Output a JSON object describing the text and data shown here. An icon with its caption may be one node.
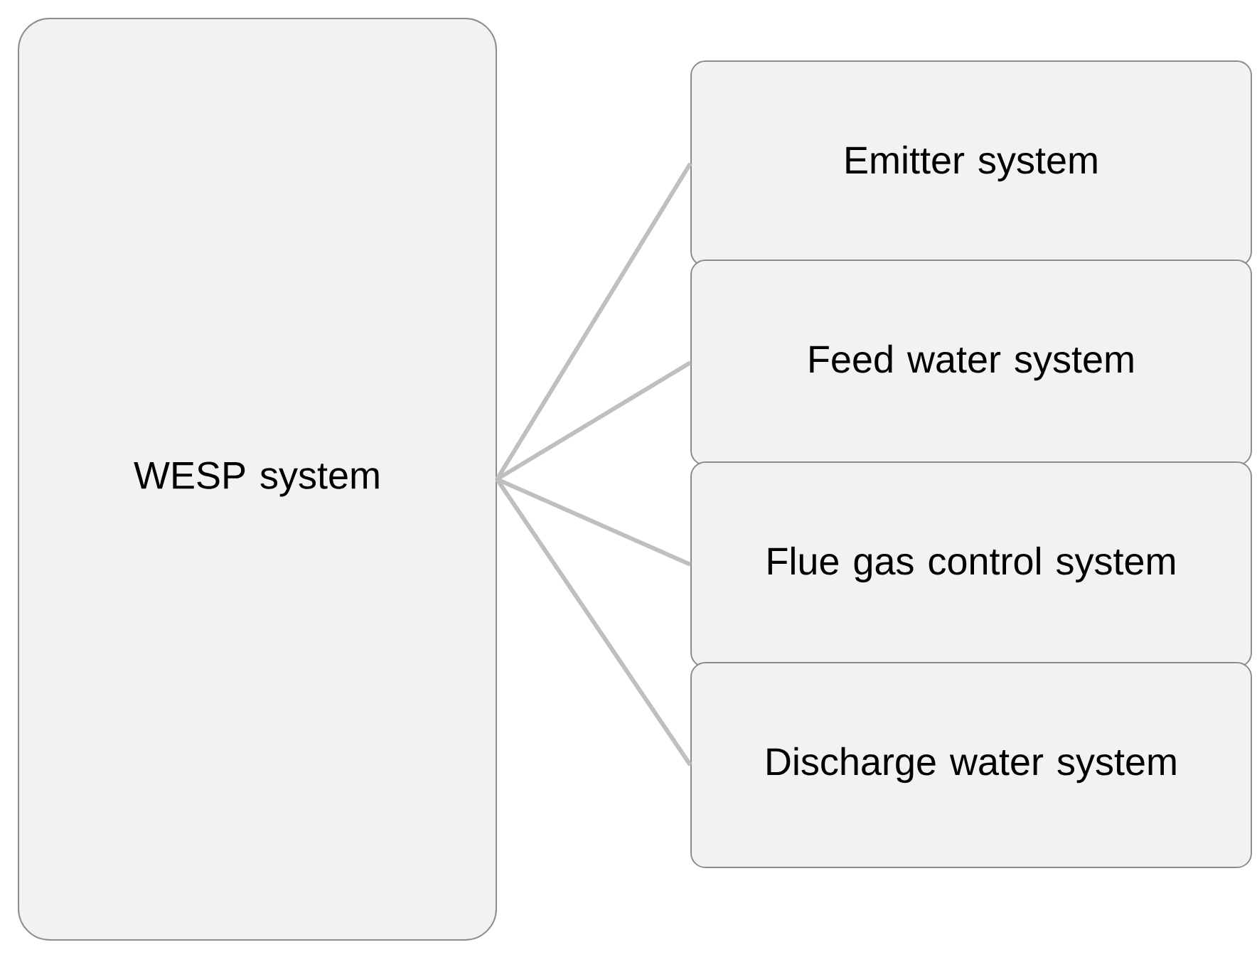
{
  "diagram": {
    "nodes": [
      {
        "text": [
          "WESP system"
        ]
      },
      {
        "text": [
          "Emitter system"
        ]
      },
      {
        "text": [
          "Feed water system"
        ]
      },
      {
        "text": [
          "Flue gas control system"
        ]
      },
      {
        "text": [
          "Discharge water system"
        ]
      }
    ],
    "edges": [
      {
        "from": 0,
        "to": 1,
        "arrow": "none"
      },
      {
        "from": 0,
        "to": 2,
        "arrow": "none"
      },
      {
        "from": 0,
        "to": 3,
        "arrow": "none"
      },
      {
        "from": 0,
        "to": 4,
        "arrow": "none"
      }
    ]
  }
}
